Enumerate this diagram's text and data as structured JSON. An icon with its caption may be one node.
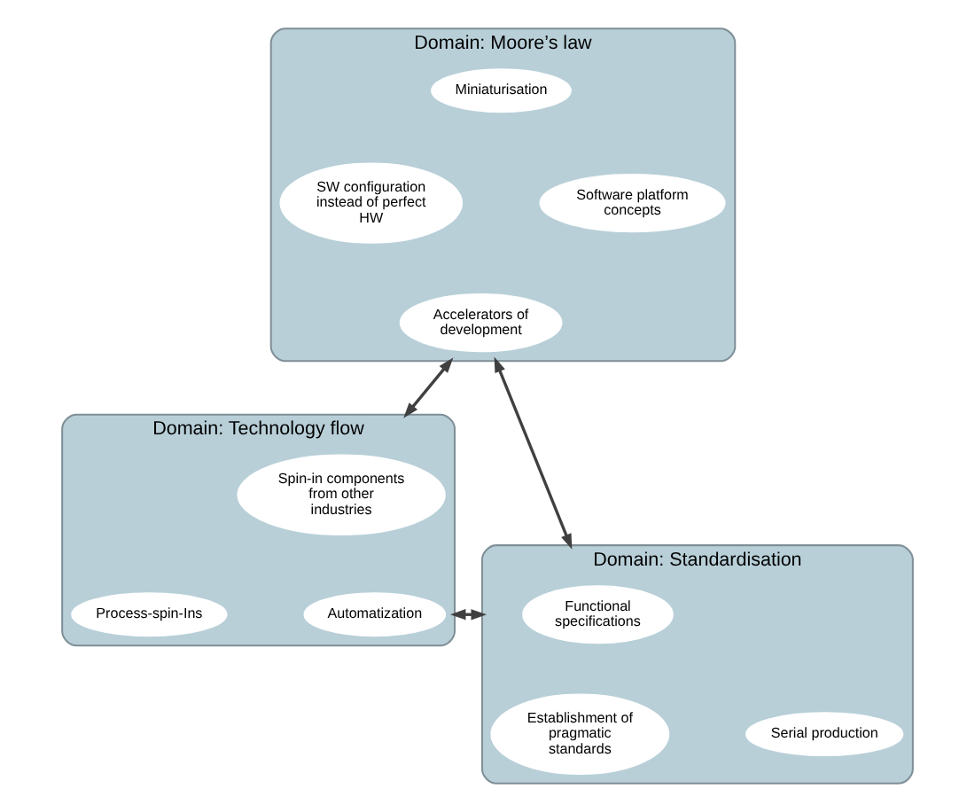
{
  "diagram": {
    "nodes": [
      {
        "text": [
          "Domain: Moore’s law"
        ]
      },
      {
        "text": [
          "Miniaturisation"
        ],
        "in": 0
      },
      {
        "text": [
          "SW configuration instead of perfect HW"
        ],
        "in": 0
      },
      {
        "text": [
          "Software platform concepts"
        ],
        "in": 0
      },
      {
        "text": [
          "Accelerators of development"
        ],
        "in": 0
      },
      {
        "text": [
          "Domain: Technology flow"
        ]
      },
      {
        "text": [
          "Spin-in components from other industries"
        ],
        "in": 5
      },
      {
        "text": [
          "Process-spin-Ins"
        ],
        "in": 5
      },
      {
        "text": [
          "Automatization"
        ],
        "in": 5
      },
      {
        "text": [
          "Domain: Standardisation"
        ]
      },
      {
        "text": [
          "Functional specifications"
        ],
        "in": 9
      },
      {
        "text": [
          "Establishment of pragmatic standards"
        ],
        "in": 9
      },
      {
        "text": [
          "Serial production"
        ],
        "in": 9
      }
    ],
    "edges": [
      {
        "from": 0,
        "to": 5,
        "arrow": "both"
      },
      {
        "from": 0,
        "to": 9,
        "arrow": "both"
      },
      {
        "from": 5,
        "to": 9,
        "arrow": "both"
      }
    ]
  }
}
